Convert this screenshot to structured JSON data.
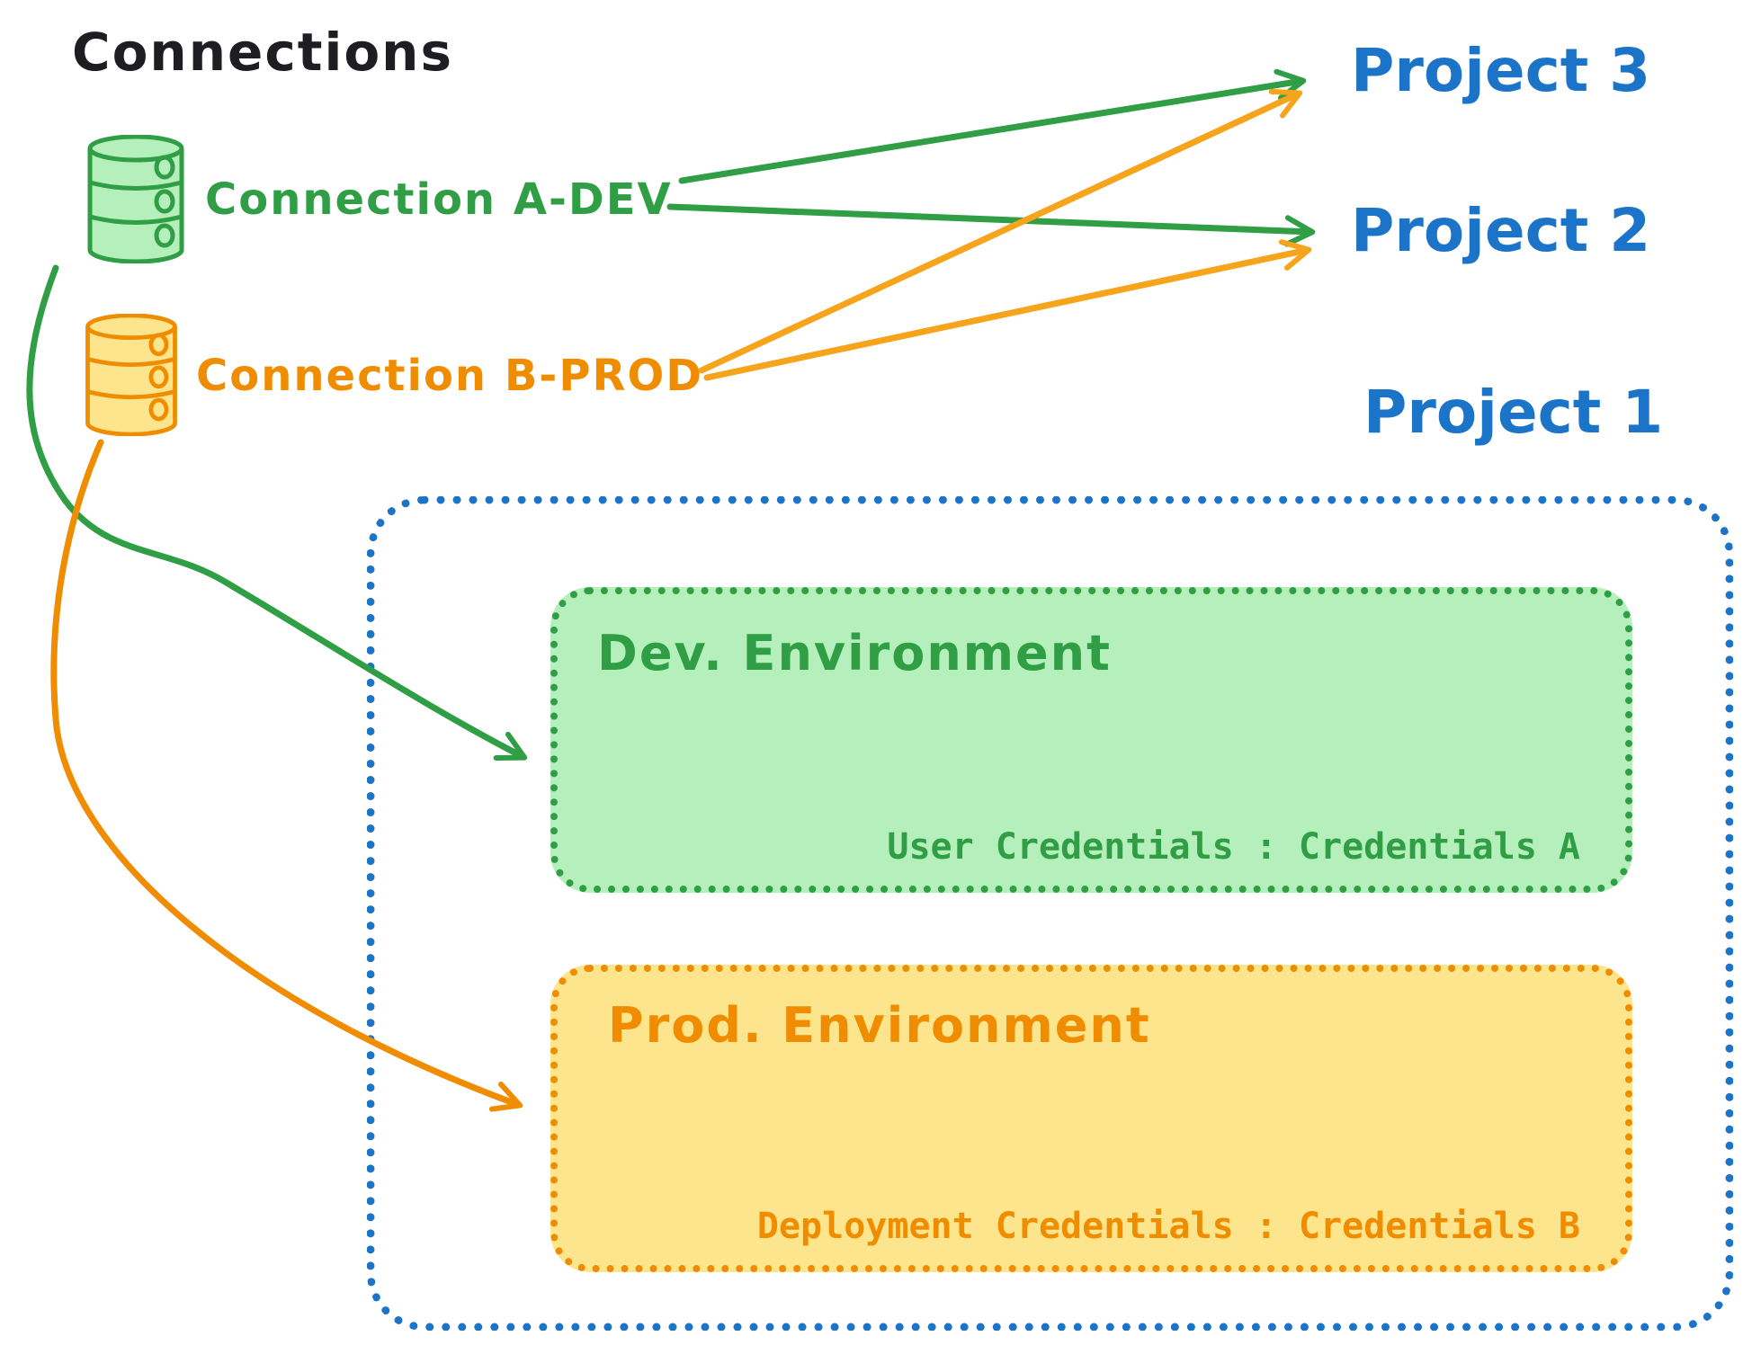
{
  "title": {
    "text": "Connections"
  },
  "colors": {
    "green_stroke": "#2f9e44",
    "green_fill": "#b5efbc",
    "orange_stroke": "#f08c00",
    "orange_arrow": "#f6a41c",
    "orange_fill": "#fce58d",
    "blue": "#1c74c9",
    "title_black": "#1d1d22",
    "background": "#ffffff"
  },
  "connections": [
    {
      "label": "Connection A-DEV",
      "icon": "database-icon",
      "color": "#2f9e44"
    },
    {
      "label": "Connection B-PROD",
      "icon": "database-icon",
      "color": "#f08c00"
    }
  ],
  "projects": [
    {
      "label": "Project 3"
    },
    {
      "label": "Project 2"
    },
    {
      "label": "Project 1"
    }
  ],
  "environments": [
    {
      "title": "Dev. Environment",
      "credentials_text": "User Credentials : Credentials A",
      "credentials_label": "User Credentials",
      "credentials_value": "Credentials A"
    },
    {
      "title": "Prod. Environment",
      "credentials_text": "Deployment Credentials : Credentials B",
      "credentials_label": "Deployment Credentials",
      "credentials_value": "Credentials B"
    }
  ],
  "edges": [
    {
      "from": "Connection A-DEV",
      "to": "Project 3",
      "color": "#2f9e44"
    },
    {
      "from": "Connection A-DEV",
      "to": "Project 2",
      "color": "#2f9e44"
    },
    {
      "from": "Connection B-PROD",
      "to": "Project 3",
      "color": "#f6a41c"
    },
    {
      "from": "Connection B-PROD",
      "to": "Project 2",
      "color": "#f6a41c"
    },
    {
      "from": "Connection A-DEV",
      "to": "Dev. Environment",
      "color": "#2f9e44"
    },
    {
      "from": "Connection B-PROD",
      "to": "Prod. Environment",
      "color": "#f08c00"
    }
  ]
}
